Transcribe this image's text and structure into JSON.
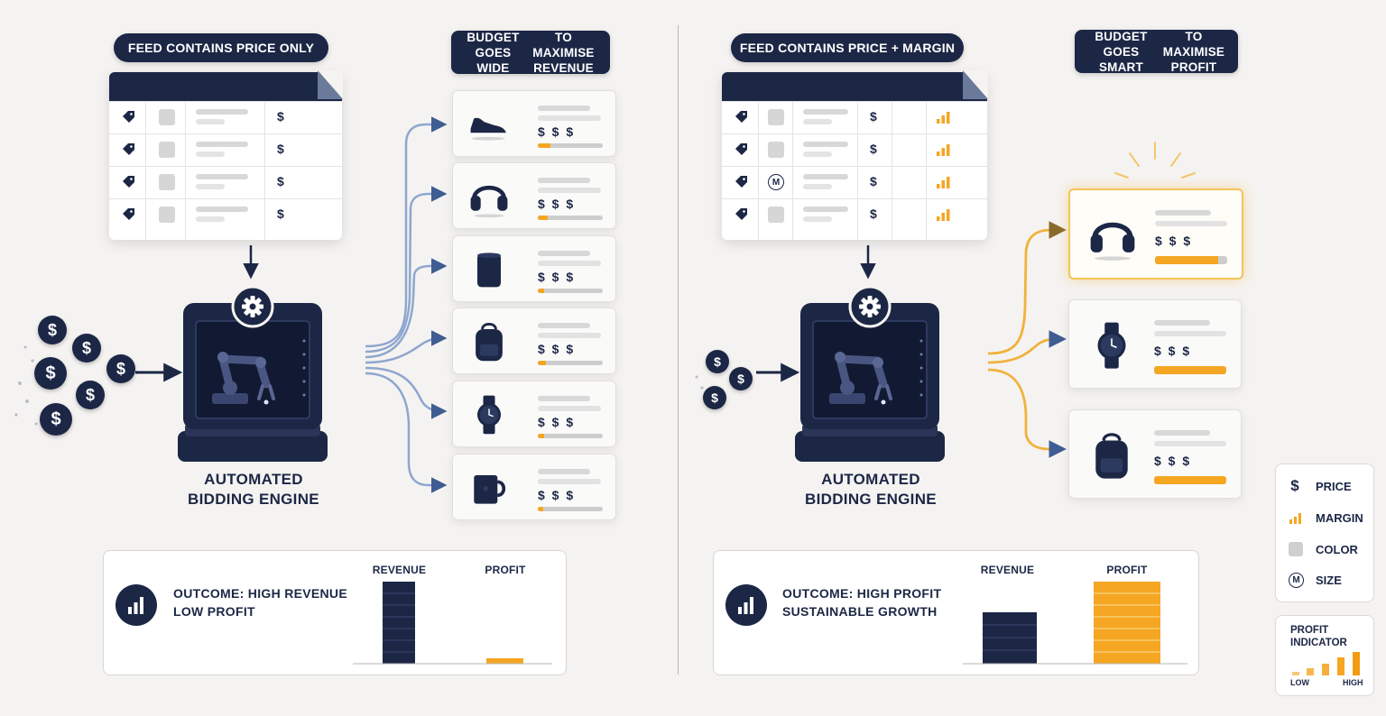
{
  "left": {
    "feed_label": "FEED CONTAINS PRICE ONLY",
    "budget_label_1": "BUDGET GOES WIDE",
    "budget_label_2": "TO MAXIMISE REVENUE",
    "feed_rows": [
      {
        "price": "$"
      },
      {
        "price": "$"
      },
      {
        "price": "$"
      },
      {
        "price": "$"
      }
    ],
    "products": [
      {
        "icon": "sneaker-icon",
        "price": "$ $ $"
      },
      {
        "icon": "headphones-icon",
        "price": "$ $ $"
      },
      {
        "icon": "speaker-icon",
        "price": "$ $ $"
      },
      {
        "icon": "backpack-icon",
        "price": "$ $ $"
      },
      {
        "icon": "watch-icon",
        "price": "$ $ $"
      },
      {
        "icon": "mug-icon",
        "price": "$ $ $"
      }
    ],
    "engine_label_1": "AUTOMATED",
    "engine_label_2": "BIDDING ENGINE",
    "outcome_1": "OUTCOME: HIGH REVENUE",
    "outcome_2": "LOW PROFIT",
    "revenue_label": "REVENUE",
    "profit_label": "PROFIT",
    "coins": [
      "$",
      "$",
      "$",
      "$",
      "$",
      "$"
    ]
  },
  "right": {
    "feed_label": "FEED CONTAINS PRICE + MARGIN",
    "budget_label_1": "BUDGET GOES SMART",
    "budget_label_2": "TO MAXIMISE PROFIT",
    "feed_rows": [
      {
        "price": "$",
        "size": ""
      },
      {
        "price": "$",
        "size": ""
      },
      {
        "price": "$",
        "size": "M"
      },
      {
        "price": "$",
        "size": ""
      }
    ],
    "products": [
      {
        "icon": "headphones-icon",
        "price": "$ $ $",
        "highlight": true
      },
      {
        "icon": "watch-icon",
        "price": "$ $ $",
        "highlight": false
      },
      {
        "icon": "backpack-icon",
        "price": "$ $ $",
        "highlight": false
      }
    ],
    "engine_label_1": "AUTOMATED",
    "engine_label_2": "BIDDING ENGINE",
    "outcome_1": "OUTCOME: HIGH PROFIT",
    "outcome_2": "SUSTAINABLE GROWTH",
    "revenue_label": "REVENUE",
    "profit_label": "PROFIT",
    "coins": [
      "$",
      "$",
      "$"
    ]
  },
  "legend": {
    "items": [
      {
        "icon": "dollar-icon",
        "glyph": "$",
        "label": "PRICE"
      },
      {
        "icon": "margin-bars-icon",
        "label": "MARGIN"
      },
      {
        "icon": "color-swatch-icon",
        "label": "COLOR"
      },
      {
        "icon": "size-m-icon",
        "glyph": "M",
        "label": "SIZE"
      }
    ],
    "profit_indicator_1": "PROFIT",
    "profit_indicator_2": "INDICATOR",
    "low": "LOW",
    "high": "HIGH"
  },
  "colors": {
    "navy": "#1c2746",
    "orange": "#f5a623",
    "blue_flow": "#8fa6cf",
    "gold_flow": "#f0b23c"
  }
}
